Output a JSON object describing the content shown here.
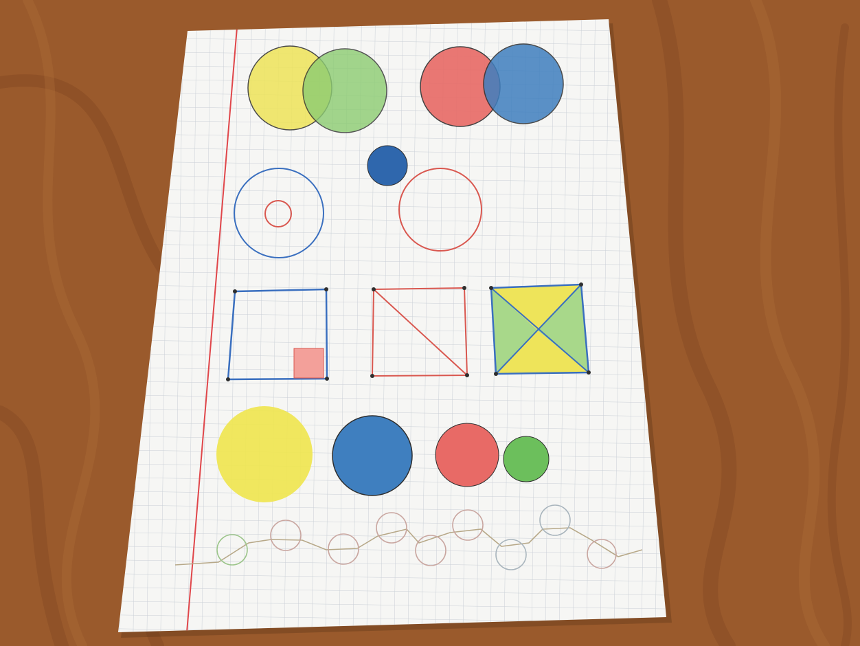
{
  "colors": {
    "table_wood": "#9a5a2c",
    "table_wood_dark": "#7a4220",
    "table_wood_light": "#b0703a",
    "paper": "#f6f6f4",
    "grid_line": "#c9cfd6",
    "margin_line": "#e0464a",
    "pencil_yellow": "#eee45a",
    "pencil_green": "#8ccc72",
    "pencil_red": "#e86a66",
    "pencil_blue": "#3f7fbf",
    "outline_dark": "#2e2e2e",
    "outline_blue": "#3a6fbf",
    "outline_red": "#d9574f"
  },
  "objects": [
    {
      "name": "venn-yellow-green",
      "kind": "overlapping circles",
      "colors": [
        "yellow",
        "green"
      ]
    },
    {
      "name": "venn-red-blue",
      "kind": "overlapping circles",
      "colors": [
        "red",
        "blue"
      ]
    },
    {
      "name": "concentric-circles",
      "kind": "outlined circles",
      "colors": [
        "blue",
        "red"
      ]
    },
    {
      "name": "small-blue-disc",
      "kind": "filled circle",
      "colors": [
        "blue"
      ]
    },
    {
      "name": "red-outline-circle",
      "kind": "outlined circle",
      "colors": [
        "red"
      ]
    },
    {
      "name": "square-with-small-square",
      "kind": "square",
      "colors": [
        "blue",
        "red"
      ]
    },
    {
      "name": "square-with-diagonal",
      "kind": "square",
      "colors": [
        "red"
      ]
    },
    {
      "name": "square-with-cross-triangles",
      "kind": "square",
      "colors": [
        "yellow",
        "green",
        "blue"
      ]
    },
    {
      "name": "big-yellow-disc",
      "kind": "filled circle",
      "colors": [
        "yellow"
      ]
    },
    {
      "name": "big-blue-disc",
      "kind": "filled circle",
      "colors": [
        "blue"
      ]
    },
    {
      "name": "red-disc",
      "kind": "filled circle",
      "colors": [
        "red"
      ]
    },
    {
      "name": "green-disc",
      "kind": "filled circle",
      "colors": [
        "green"
      ]
    },
    {
      "name": "bead-chain",
      "kind": "circles on wavy line",
      "colors": [
        "multicolor"
      ]
    }
  ]
}
